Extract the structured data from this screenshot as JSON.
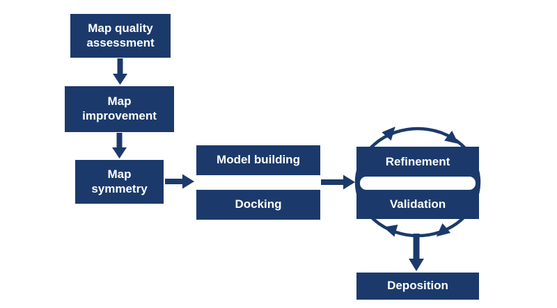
{
  "diagram": {
    "type": "flowchart",
    "colors": {
      "node_fill": "#1b3a6b",
      "node_text": "#ffffff",
      "arrow": "#1b3a6b",
      "background": "#ffffff"
    },
    "nodes": {
      "map_quality_assessment": "Map quality\nassessment",
      "map_improvement": "Map\nimprovement",
      "map_symmetry": "Map\nsymmetry",
      "model_building": "Model building",
      "docking": "Docking",
      "refinement": "Refinement",
      "validation": "Validation",
      "deposition": "Deposition"
    },
    "edges": [
      {
        "from": "map_quality_assessment",
        "to": "map_improvement",
        "style": "straight-arrow"
      },
      {
        "from": "map_improvement",
        "to": "map_symmetry",
        "style": "straight-arrow"
      },
      {
        "from": "map_symmetry",
        "to": "model_building_and_docking",
        "style": "straight-arrow"
      },
      {
        "from": "model_building_and_docking",
        "to": "refinement_and_validation",
        "style": "straight-arrow"
      },
      {
        "between": [
          "refinement",
          "validation"
        ],
        "style": "clockwise-cycle-ellipse"
      },
      {
        "from": "refinement_and_validation",
        "to": "deposition",
        "style": "straight-arrow"
      }
    ]
  }
}
